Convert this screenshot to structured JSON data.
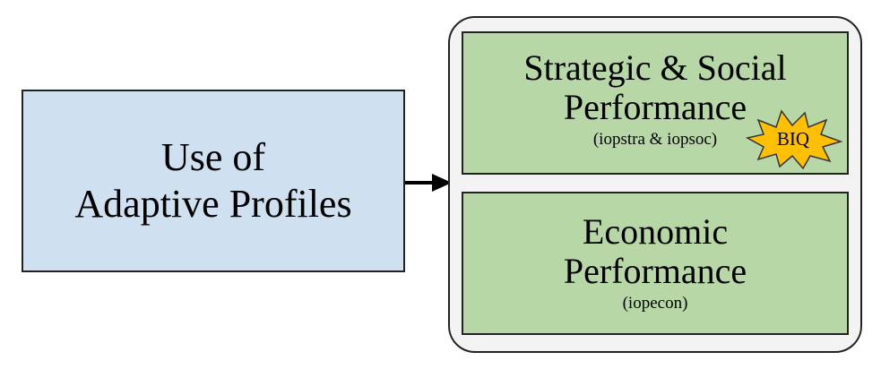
{
  "use_box": {
    "line1": "Use of",
    "line2": "Adaptive Profiles"
  },
  "strategic_box": {
    "line1": "Strategic & Social",
    "line2": "Performance",
    "sub": "(iopstra & iopsoc)"
  },
  "economic_box": {
    "line1": "Economic",
    "line2": "Performance",
    "sub": "(iopecon)"
  },
  "badge": {
    "label": "BIQ"
  },
  "colors": {
    "use_fill": "#cfe0f1",
    "performance_fill": "#b8d7a6",
    "container_fill": "#f3f3f3",
    "badge_fill": "#ffc000",
    "outline": "#222222"
  }
}
